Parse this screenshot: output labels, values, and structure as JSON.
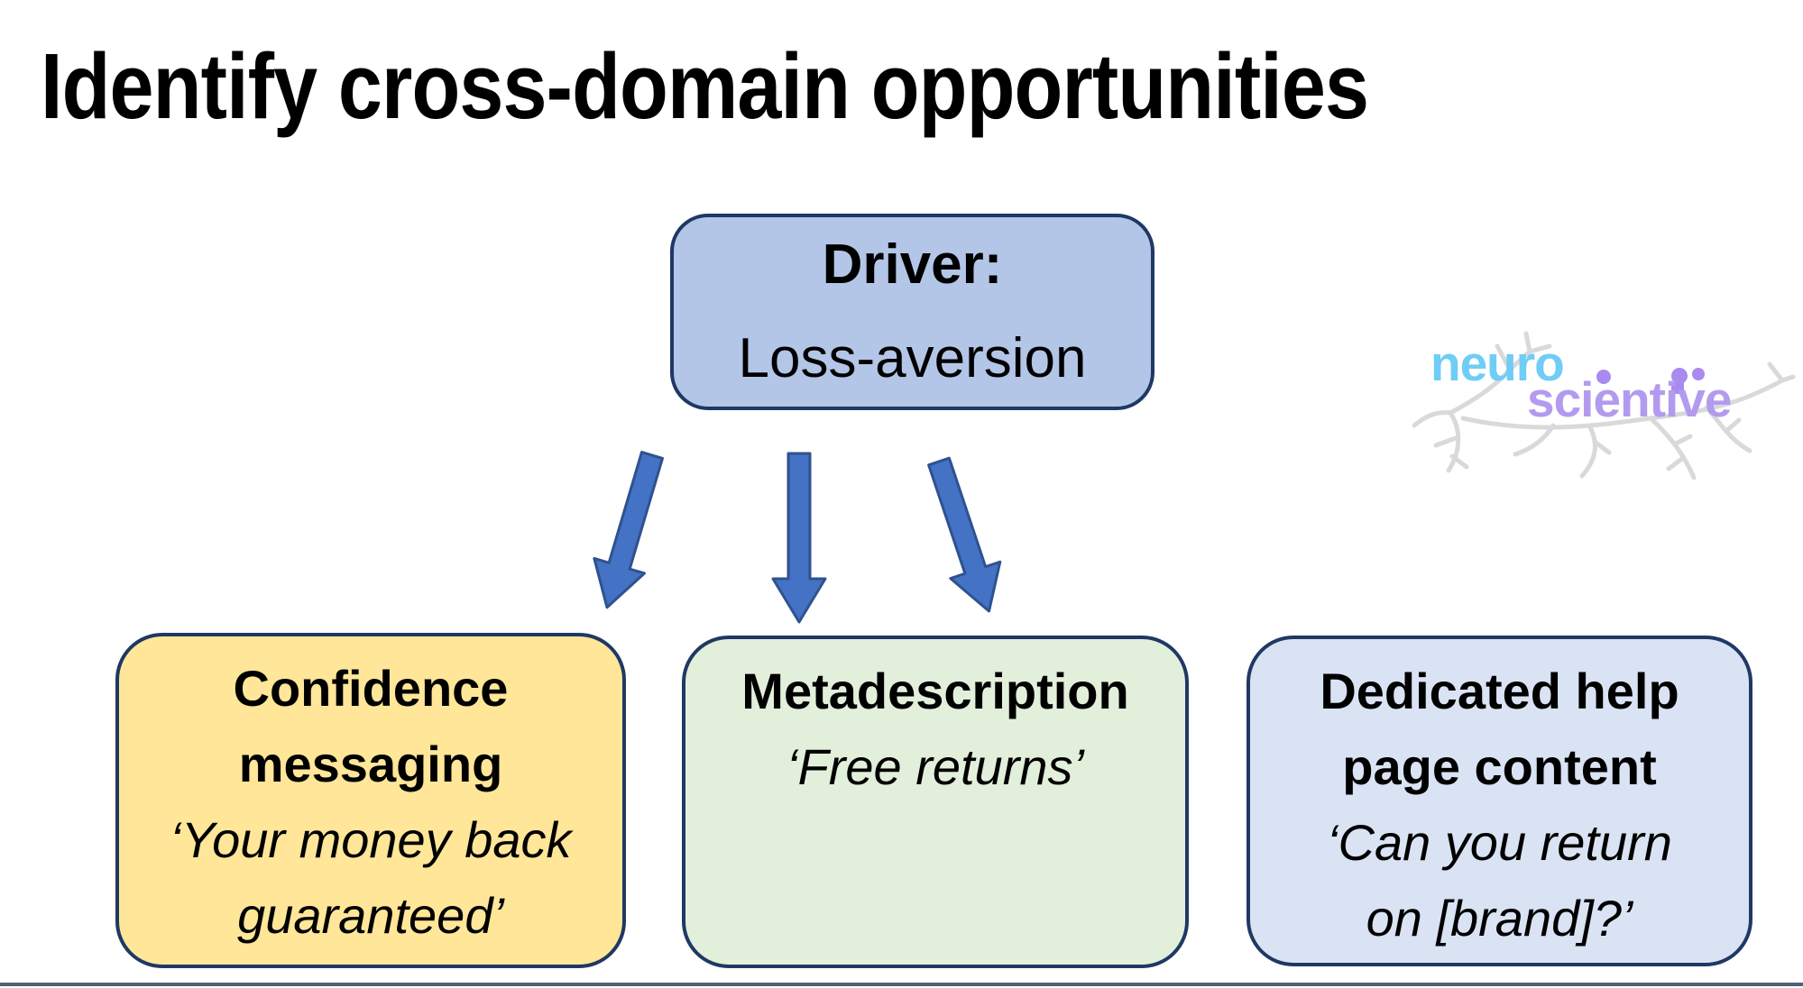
{
  "slide": {
    "title": "Identify cross-domain opportunities"
  },
  "driver": {
    "label": "Driver:",
    "value": "Loss-aversion"
  },
  "tactics": [
    {
      "id": "confidence-messaging",
      "title_lines": [
        "Confidence",
        "messaging"
      ],
      "example_lines": [
        "‘Your money back",
        "guaranteed’"
      ],
      "fill": "#ffe699"
    },
    {
      "id": "metadescription",
      "title_lines": [
        "Metadescription"
      ],
      "example_lines": [
        "‘Free returns’"
      ],
      "fill": "#e2efda"
    },
    {
      "id": "dedicated-help-page-content",
      "title_lines": [
        "Dedicated help",
        "page content"
      ],
      "example_lines": [
        "‘Can you return",
        "on [brand]?’"
      ],
      "fill": "#dae3f3"
    }
  ],
  "logo": {
    "word1": "neuro",
    "word2": "scientive",
    "word1_color": "#6fcdf6",
    "word2_color": "#b29bef",
    "neuron_color": "#d9d9d9",
    "dot_color": "#a98bf0"
  },
  "colors": {
    "driver_fill": "#b4c6e7",
    "box_border": "#1f3864",
    "arrow_fill": "#4472c4",
    "arrow_stroke": "#2f528f",
    "footer_line": "#4e6374"
  }
}
